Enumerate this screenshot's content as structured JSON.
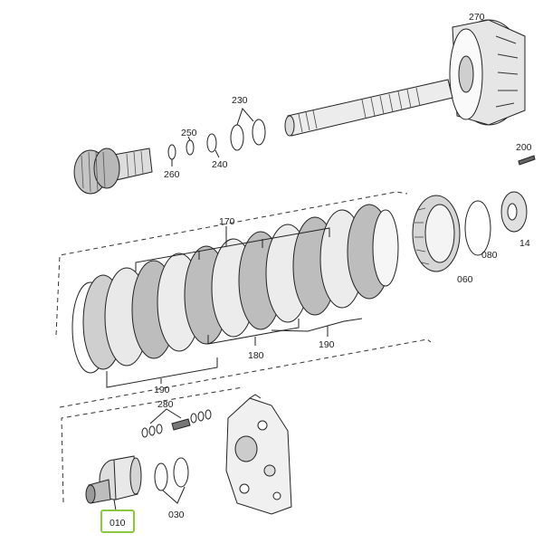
{
  "callouts": {
    "c270": "270",
    "c230": "230",
    "c250": "250",
    "c260": "260",
    "c240": "240",
    "c200": "200",
    "c170": "170",
    "c080": "080",
    "c14": "14",
    "c060": "060",
    "c180": "180",
    "c190a": "190",
    "c190b": "190",
    "c280": "280",
    "c030": "030",
    "c010": "010"
  },
  "highlight": {
    "part": "010",
    "color": "#8dc63f"
  }
}
